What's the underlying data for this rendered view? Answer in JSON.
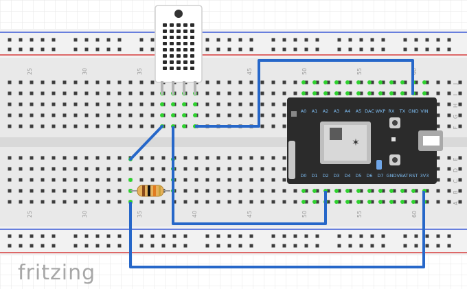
{
  "brand": "fritzing",
  "breadboard": {
    "column_labels": [
      "25",
      "30",
      "35",
      "40",
      "45",
      "50",
      "55",
      "60"
    ],
    "row_labels_top": [
      "J",
      "I",
      "H",
      "G",
      "F"
    ],
    "row_labels_bottom": [
      "E",
      "D",
      "C",
      "B",
      "A"
    ]
  },
  "board": {
    "top_pins": [
      "A0",
      "A1",
      "A2",
      "A3",
      "A4",
      "A5",
      "DAC",
      "WKP",
      "RX",
      "TX",
      "GND",
      "VIN"
    ],
    "bottom_pins": [
      "D0",
      "D1",
      "D2",
      "D3",
      "D4",
      "D5",
      "D6",
      "D7",
      "GND",
      "VBAT",
      "RST",
      "3V3"
    ]
  },
  "colors": {
    "wire": "#2667c9",
    "pin_green": "#2ed12e",
    "board": "#2b2b2b",
    "rail_red": "#d63a3a",
    "rail_blue": "#3a59d6"
  }
}
